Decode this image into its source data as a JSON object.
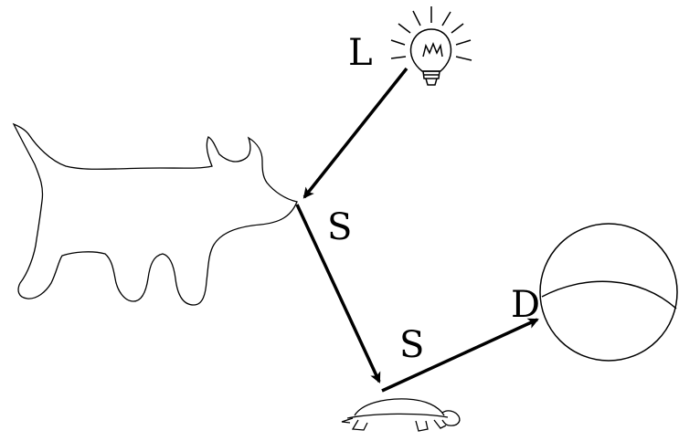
{
  "labels": {
    "light": "L",
    "specular_1": "S",
    "specular_2": "S",
    "diffuse": "D"
  },
  "icons": [
    "lightbulb-icon",
    "cow-icon",
    "turtle-icon",
    "sphere-icon"
  ],
  "colors": {
    "stroke": "#000000",
    "background": "#ffffff"
  }
}
